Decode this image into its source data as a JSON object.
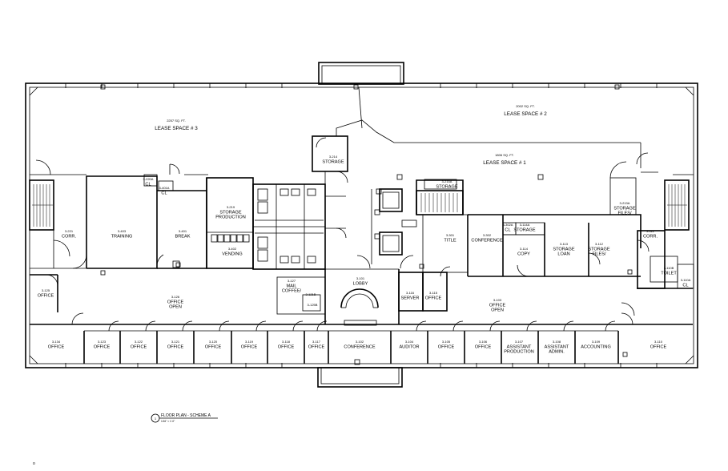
{
  "lease_spaces": [
    {
      "area": "2257 SQ. FT.",
      "name": "LEASE SPACE # 3"
    },
    {
      "area": "2002 SQ. FT.",
      "name": "LEASE SPACE # 2"
    },
    {
      "area": "1806 SQ. FT.",
      "name": "LEASE SPACE # 1"
    }
  ],
  "rooms": [
    {
      "num": "3-214",
      "label": "STORAGE"
    },
    {
      "num": "3-220A",
      "label": "CL"
    },
    {
      "num": "3-401A",
      "label": "CL"
    },
    {
      "num": "3-219",
      "label": "STORAGE PRODUCTION"
    },
    {
      "num": "3-221",
      "label": "CORR."
    },
    {
      "num": "3-403",
      "label": "TRAINING"
    },
    {
      "num": "3-401",
      "label": "BREAK"
    },
    {
      "num": "3-402",
      "label": "VENDING"
    },
    {
      "num": "3-215A",
      "label": "STORAGE"
    },
    {
      "num": "3-213A",
      "label": "STORAGE FILES/"
    },
    {
      "num": "3-111",
      "label": "CORR."
    },
    {
      "num": "3-301",
      "label": "TITLE"
    },
    {
      "num": "3-302",
      "label": "CONFERENCE"
    },
    {
      "num": "3-302A",
      "label": "CL"
    },
    {
      "num": "3-114A",
      "label": "STORAGE"
    },
    {
      "num": "3-114",
      "label": "COPY"
    },
    {
      "num": "3-113",
      "label": "STORAGE LOAN"
    },
    {
      "num": "3-112",
      "label": "STORAGE FILES/"
    },
    {
      "num": "3-110B",
      "label": "TOILET"
    },
    {
      "num": "3-110A",
      "label": "CL"
    },
    {
      "num": "3-125",
      "label": "OFFICE"
    },
    {
      "num": "3-126",
      "label": "OFFICE OPEN"
    },
    {
      "num": "3-127",
      "label": "MAIL COFFEE/"
    },
    {
      "num": "3-121B",
      "label": ""
    },
    {
      "num": "3-125B",
      "label": ""
    },
    {
      "num": "3-101",
      "label": "LOBBY"
    },
    {
      "num": "3-116",
      "label": "SERVER"
    },
    {
      "num": "3-115",
      "label": "OFFICE"
    },
    {
      "num": "3-103",
      "label": "OFFICE OPEN"
    },
    {
      "num": "3-134",
      "label": "OFFICE"
    },
    {
      "num": "3-123",
      "label": "OFFICE"
    },
    {
      "num": "3-122",
      "label": "OFFICE"
    },
    {
      "num": "3-121",
      "label": "OFFICE"
    },
    {
      "num": "3-120",
      "label": "OFFICE"
    },
    {
      "num": "3-119",
      "label": "OFFICE"
    },
    {
      "num": "3-118",
      "label": "OFFICE"
    },
    {
      "num": "3-117",
      "label": "OFFICE"
    },
    {
      "num": "3-102",
      "label": "CONFERENCE"
    },
    {
      "num": "3-104",
      "label": "AUDITOR"
    },
    {
      "num": "3-105",
      "label": "OFFICE"
    },
    {
      "num": "3-106",
      "label": "OFFICE"
    },
    {
      "num": "3-107",
      "label": "ASSISTANT PRODUCTION"
    },
    {
      "num": "3-108",
      "label": "ASSISTANT ADMIN."
    },
    {
      "num": "3-109",
      "label": "ACCOUNTING"
    },
    {
      "num": "3-110",
      "label": "OFFICE"
    }
  ],
  "caption": {
    "marker": "1",
    "title": "FLOOR PLAN - SCHEME A",
    "scale": "1/16\" = 1'-0\""
  },
  "footer_mark": "o"
}
